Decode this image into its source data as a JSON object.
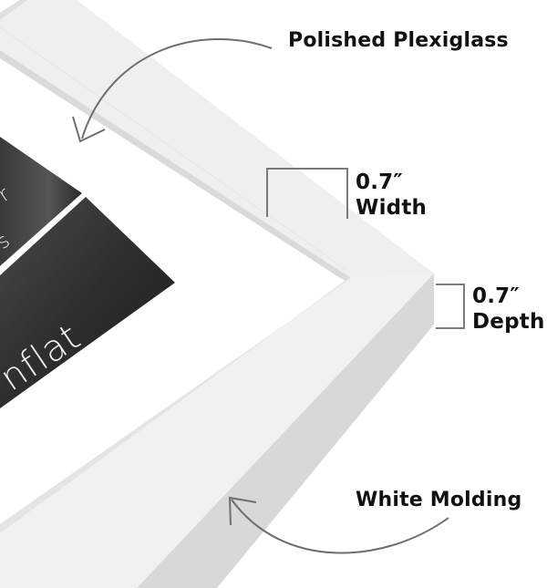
{
  "annotations": {
    "plexiglass": "Polished Plexiglass",
    "width_value": "0.7″",
    "width_label": "Width",
    "depth_value": "0.7″",
    "depth_label": "Depth",
    "molding": "White Molding"
  },
  "artwork": {
    "text_top": "r",
    "text_mid": "s",
    "text_main": "nflat"
  },
  "colors": {
    "frame_face": "#f0f0f0",
    "frame_side": "#d9d9d9",
    "frame_bevel": "#e2e2e2",
    "mat": "#ffffff",
    "artwork": "#2a2a2a",
    "arrow": "#6e6e6e",
    "text": "#111111"
  }
}
